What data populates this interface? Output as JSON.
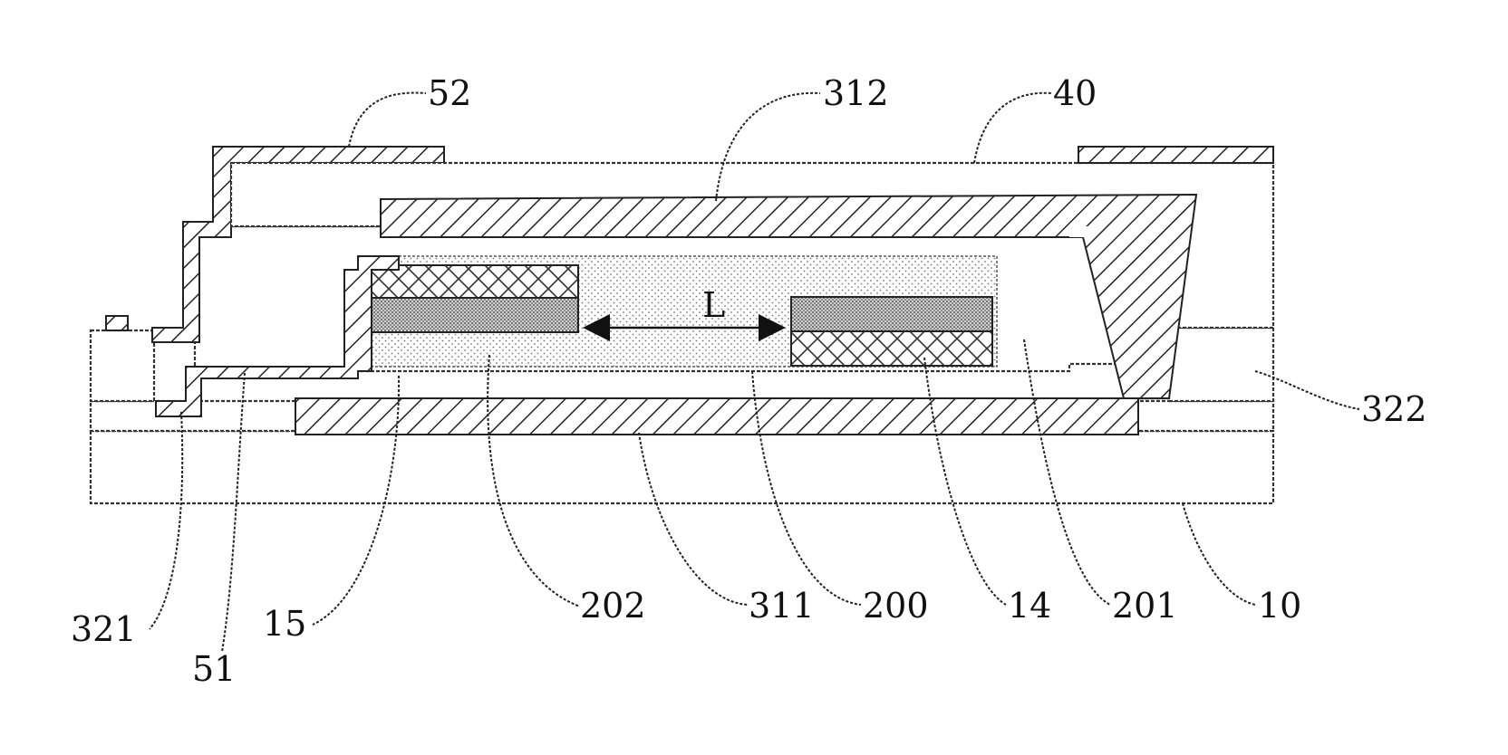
{
  "labels": {
    "l52": "52",
    "l312": "312",
    "l40": "40",
    "l322": "322",
    "lL": "L",
    "l321": "321",
    "l51": "51",
    "l15": "15",
    "l202": "202",
    "l311": "311",
    "l200": "200",
    "l14": "14",
    "l201": "201",
    "l10": "10"
  }
}
